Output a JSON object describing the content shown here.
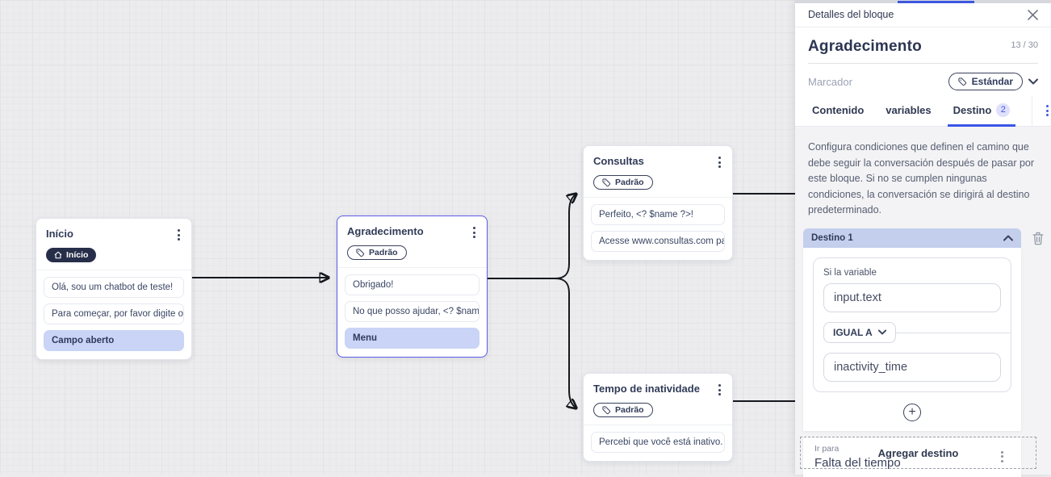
{
  "colors": {
    "accent_blue": "#3b55e6",
    "lavender": "#c9d4f6",
    "navy_text": "#313b58",
    "selected_border": "#5c5ce6",
    "edge": "#15181f"
  },
  "icons": {
    "kebab": "vertical-dots",
    "close": "x",
    "home": "house",
    "tag": "label-tag",
    "chevron_down": "v",
    "chevron_up": "^",
    "trash": "trash-can",
    "plus": "+"
  },
  "canvas": {
    "nodes": [
      {
        "title": "Início",
        "badge": "Início",
        "rows": [
          {
            "text": "Olá, sou um chatbot de teste!",
            "type": "message"
          },
          {
            "text": "Para começar, por favor digite o ...",
            "type": "message"
          },
          {
            "text": "Campo aberto",
            "type": "action"
          }
        ]
      },
      {
        "title": "Agradecimento",
        "badge": "Padrão",
        "rows": [
          {
            "text": "Obrigado!",
            "type": "message"
          },
          {
            "text": "No que posso ajudar, <? $name ...",
            "type": "message"
          },
          {
            "text": "Menu",
            "type": "action"
          }
        ]
      },
      {
        "title": "Consultas",
        "badge": "Padrão",
        "rows": [
          {
            "text": "Perfeito, <? $name ?>!",
            "type": "message"
          },
          {
            "text": "Acesse www.consultas.com par...",
            "type": "message"
          }
        ]
      },
      {
        "title": "Tempo de inatividade",
        "badge": "Padrão",
        "rows": [
          {
            "text": "Percebi que você está inativo. C...",
            "type": "message"
          }
        ]
      }
    ]
  },
  "panel": {
    "header": "Detalles del bloque",
    "title": "Agradecimento",
    "counter": "13 / 30",
    "marker_label": "Marcador",
    "marker_value": "Estándar",
    "tabs": [
      {
        "label": "Contenido"
      },
      {
        "label": "variables"
      },
      {
        "label": "Destino",
        "badge": "2"
      }
    ],
    "description": "Configura condiciones que definen el camino que debe seguir la conversación después de pasar por este bloque. Si no se cumplen ningunas condiciones, la conversación se dirigirá al destino predeterminado.",
    "destination": {
      "header": "Destino 1",
      "condition_label": "Si la variable",
      "variable_value": "input.text",
      "operator": "IGUAL A",
      "compare_value": "inactivity_time",
      "goto_label": "Ir para",
      "goto_value": "Falta del tiempo"
    },
    "add_button": "Agregar destino"
  }
}
